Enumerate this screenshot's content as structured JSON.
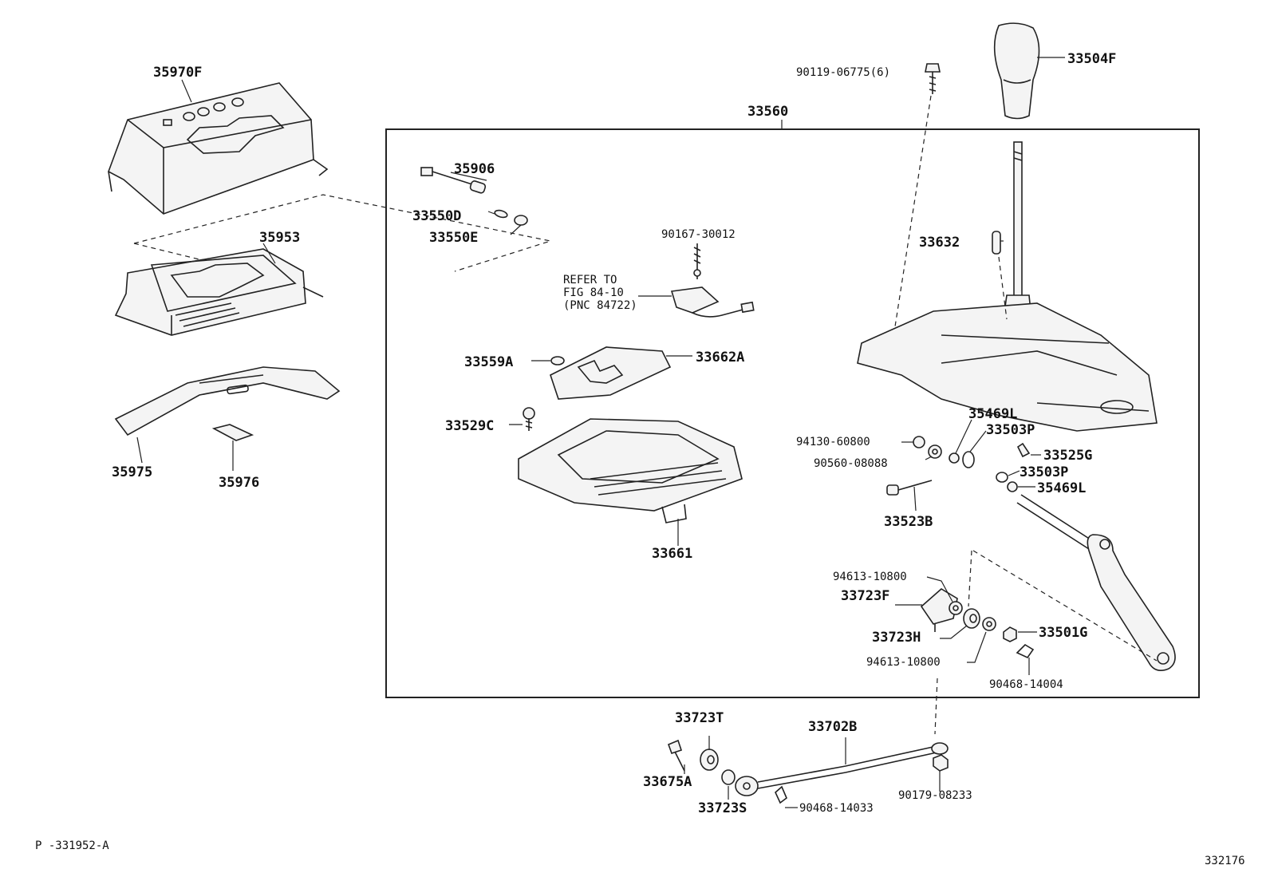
{
  "diagram": {
    "labels": {
      "p35970F": "35970F",
      "p35953": "35953",
      "p35975": "35975",
      "p35976": "35976",
      "p33560": "33560",
      "p90119": "90119-06775(6)",
      "p33504F": "33504F",
      "p35906": "35906",
      "p33550D": "33550D",
      "p33550E": "33550E",
      "p90167": "90167-30012",
      "refer1": "REFER TO",
      "refer2": "FIG 84-10",
      "refer3": "(PNC 84722)",
      "p33632": "33632",
      "p33559A": "33559A",
      "p33662A": "33662A",
      "p33529C": "33529C",
      "p33661": "33661",
      "p35469L_a": "35469L",
      "p33503P_a": "33503P",
      "p94130": "94130-60800",
      "p90560": "90560-08088",
      "p33525G": "33525G",
      "p33503P_b": "33503P",
      "p35469L_b": "35469L",
      "p33523B": "33523B",
      "p94613_a": "94613-10800",
      "p33723F": "33723F",
      "p33723H": "33723H",
      "p94613_b": "94613-10800",
      "p33501G": "33501G",
      "p90468_14004": "90468-14004",
      "p33723T": "33723T",
      "p33702B": "33702B",
      "p33675A": "33675A",
      "p33723S": "33723S",
      "p90468_14033": "90468-14033",
      "p90179": "90179-08233"
    },
    "footer_left": "P -331952-A",
    "footer_right": "332176"
  }
}
